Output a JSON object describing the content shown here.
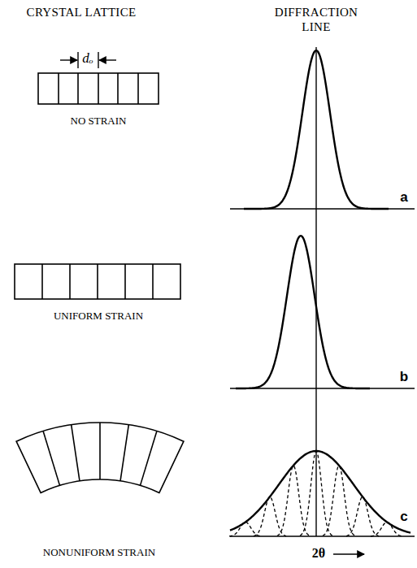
{
  "diagram": {
    "labels": [
      "CRYSTAL LATTICE",
      "DIFFRACTION LINE",
      "dₒ",
      "NO STRAIN",
      "a",
      "UNIFORM STRAIN",
      "b",
      "NONUNIFORM STRAIN",
      "c",
      "2θ"
    ]
  }
}
